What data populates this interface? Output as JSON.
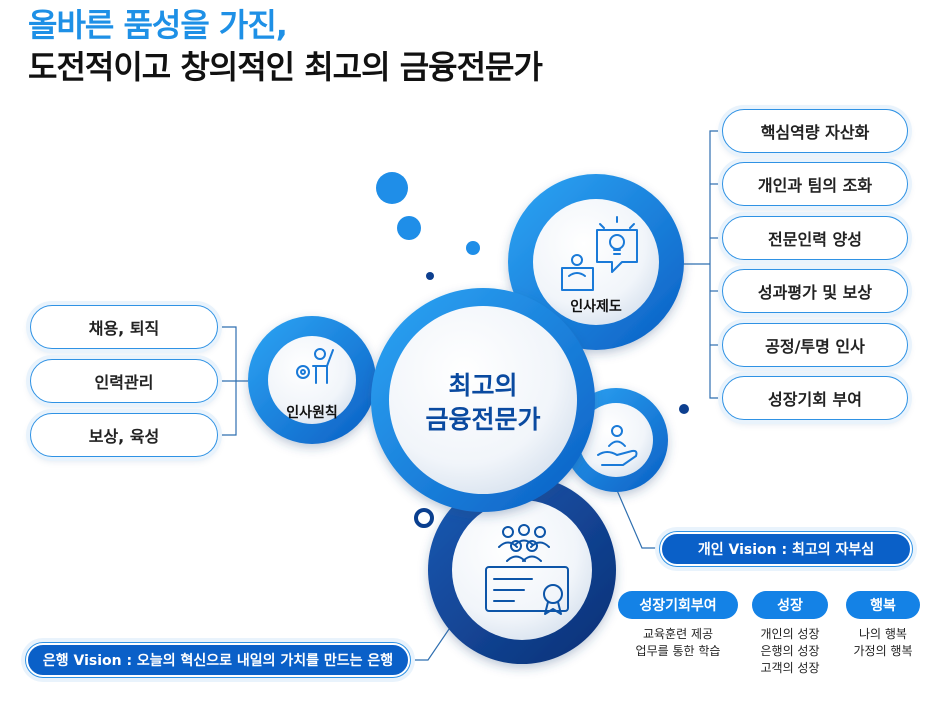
{
  "title": {
    "line1": "올바른 품성을 가진,",
    "line2": "도전적이고 창의적인 최고의 금융전문가"
  },
  "center": {
    "line1": "최고의",
    "line2": "금융전문가"
  },
  "hr_system": {
    "label": "인사제도",
    "items": [
      "핵심역량 자산화",
      "개인과 팀의 조화",
      "전문인력 양성",
      "성과평가 및 보상",
      "공정/투명 인사",
      "성장기회 부여"
    ]
  },
  "hr_principle": {
    "label": "인사원칙",
    "items": [
      "채용, 퇴직",
      "인력관리",
      "보상, 육성"
    ]
  },
  "personal_vision": "개인 Vision : 최고의 자부심",
  "bank_vision": "은행 Vision : 오늘의 혁신으로 내일의 가치를 만드는 은행",
  "tags": [
    {
      "label": "성장기회부여",
      "lines": [
        "교육훈련 제공",
        "업무를 통한 학습"
      ]
    },
    {
      "label": "성장",
      "lines": [
        "개인의 성장",
        "은행의 성장",
        "고객의 성장"
      ]
    },
    {
      "label": "행복",
      "lines": [
        "나의 행복",
        "가정의 행복"
      ]
    }
  ],
  "colors": {
    "accent": "#1e90e6",
    "dark_blue": "#0a3f8f",
    "navy": "#0a60c8",
    "border": "#2f92e4"
  }
}
